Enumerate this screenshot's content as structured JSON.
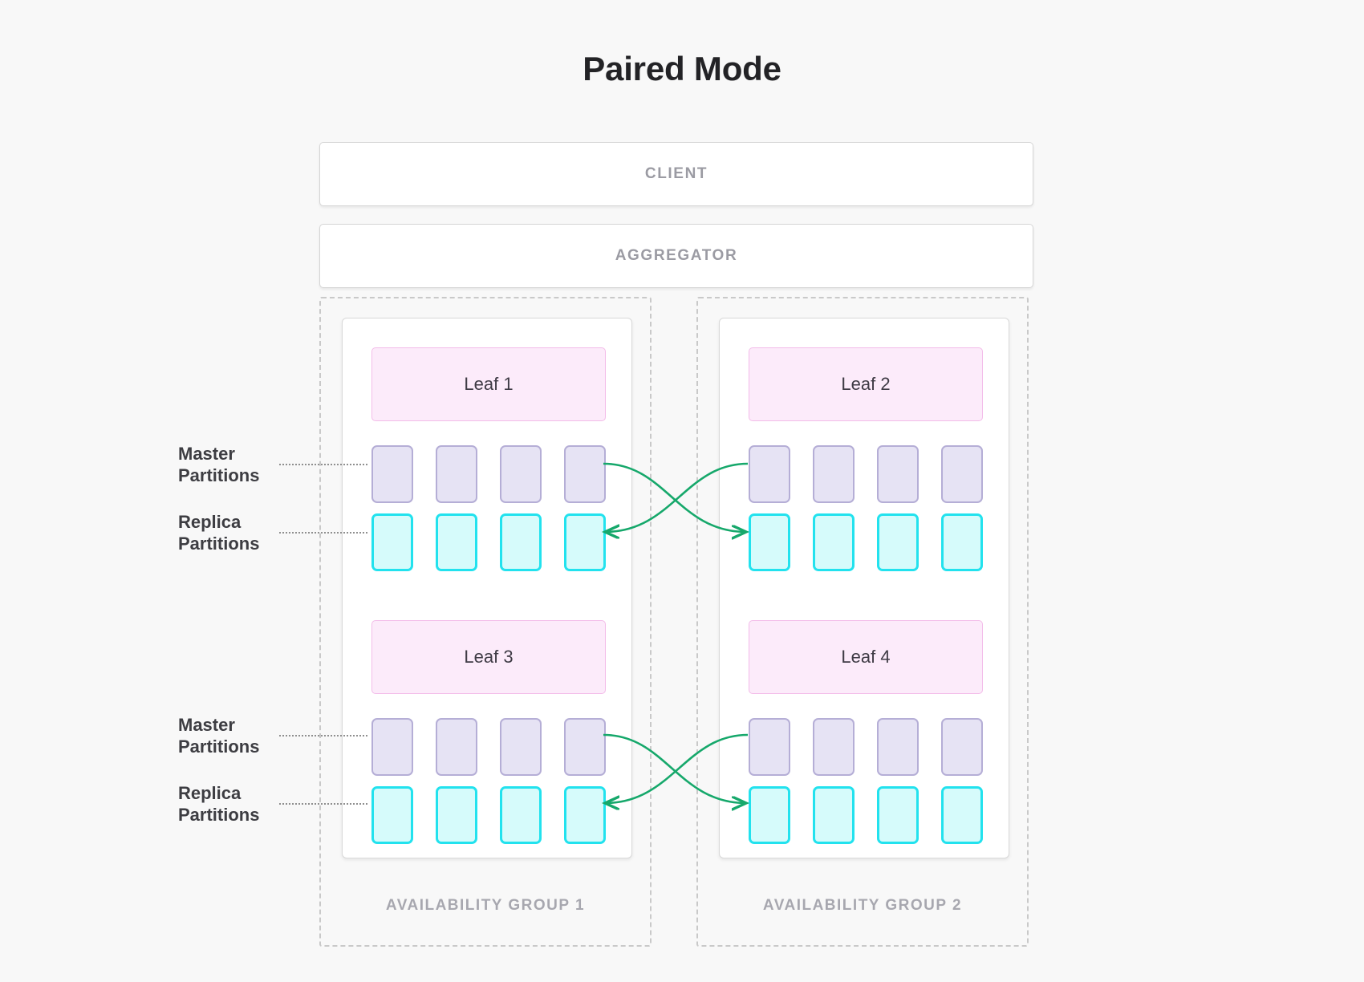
{
  "title": "Paired Mode",
  "colors": {
    "background": "#f8f8f8",
    "title_text": "#232326",
    "bar_text": "#9b9ba3",
    "group_label_text": "#a7a7af",
    "leaf_fill": "#fcebfa",
    "leaf_border": "#f3bce9",
    "master_fill": "#e6e3f4",
    "master_border": "#b5aed6",
    "replica_fill": "#d6fbfb",
    "replica_border": "#22e2ee",
    "arrow": "#16a86b",
    "dashed_group_border": "#c9c9c9",
    "card_border": "#d9d9d9"
  },
  "bars": {
    "client": "CLIENT",
    "aggregator": "AGGREGATOR"
  },
  "annotations": {
    "master_line1": "Master",
    "master_line2": "Partitions",
    "replica_line1": "Replica",
    "replica_line2": "Partitions"
  },
  "groups": [
    {
      "label": "AVAILABILITY GROUP 1",
      "leaves": [
        {
          "name": "Leaf 1",
          "master_count": 4,
          "replica_count": 4
        },
        {
          "name": "Leaf 3",
          "master_count": 4,
          "replica_count": 4
        }
      ]
    },
    {
      "label": "AVAILABILITY GROUP 2",
      "leaves": [
        {
          "name": "Leaf 2",
          "master_count": 4,
          "replica_count": 4
        },
        {
          "name": "Leaf 4",
          "master_count": 4,
          "replica_count": 4
        }
      ]
    }
  ]
}
